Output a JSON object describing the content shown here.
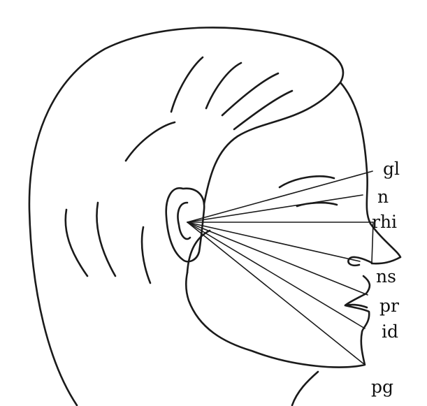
{
  "landmarks": [
    {
      "id": "gl",
      "label": "gl"
    },
    {
      "id": "n",
      "label": "n"
    },
    {
      "id": "rhi",
      "label": "rhi"
    },
    {
      "id": "ns",
      "label": "ns"
    },
    {
      "id": "pr",
      "label": "pr"
    },
    {
      "id": "id",
      "label": "id"
    },
    {
      "id": "pg",
      "label": "pg"
    }
  ]
}
